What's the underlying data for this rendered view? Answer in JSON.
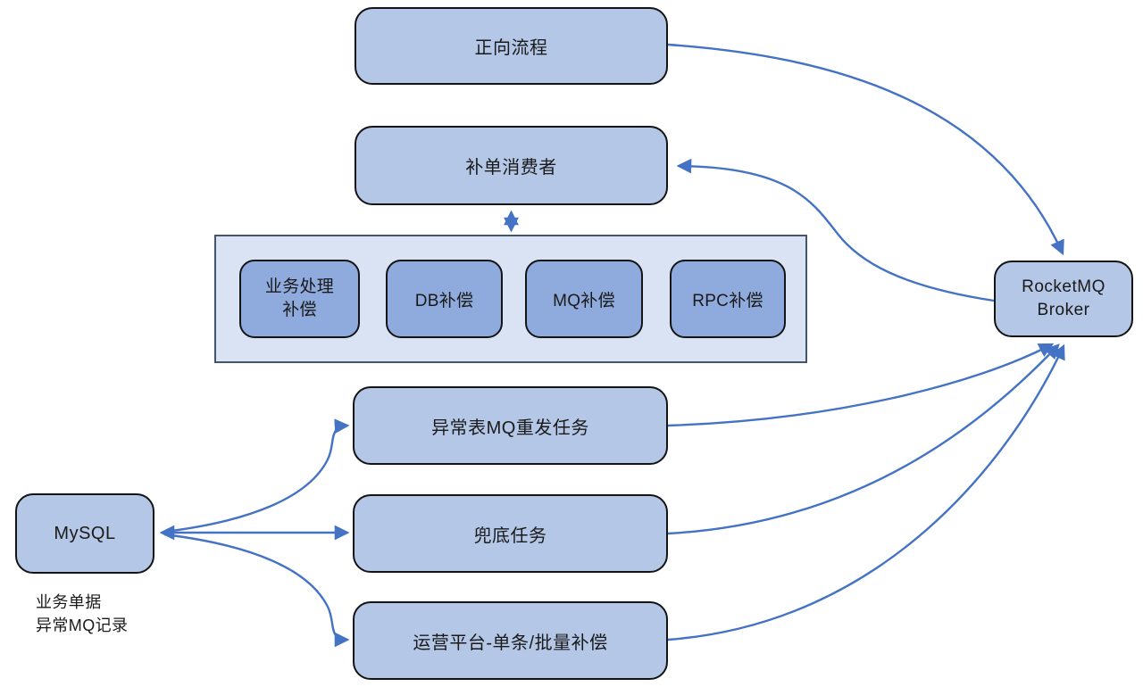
{
  "colors": {
    "node_fill": "#b4c7e7",
    "inner_node_fill": "#8faadc",
    "container_fill": "#dae3f3",
    "container_border": "#44546a",
    "node_border": "#141414",
    "arrow": "#4472c4",
    "text": "#1a1a1a",
    "bg": "#ffffff"
  },
  "nodes": {
    "forward_flow": {
      "label": "正向流程"
    },
    "order_consumer": {
      "label": "补单消费者"
    },
    "compensation_group": {
      "items": [
        {
          "lines": [
            "业务处理",
            "补偿"
          ]
        },
        {
          "label": "DB补偿"
        },
        {
          "label": "MQ补偿"
        },
        {
          "label": "RPC补偿"
        }
      ]
    },
    "rocketmq_broker": {
      "lines": [
        "RocketMQ",
        "Broker"
      ]
    },
    "mq_resend_task": {
      "label": "异常表MQ重发任务"
    },
    "fallback_task": {
      "label": "兜底任务"
    },
    "ops_platform": {
      "label": "运营平台-单条/批量补偿"
    },
    "mysql": {
      "label": "MySQL",
      "note_lines": [
        "业务单据",
        "异常MQ记录"
      ]
    }
  }
}
